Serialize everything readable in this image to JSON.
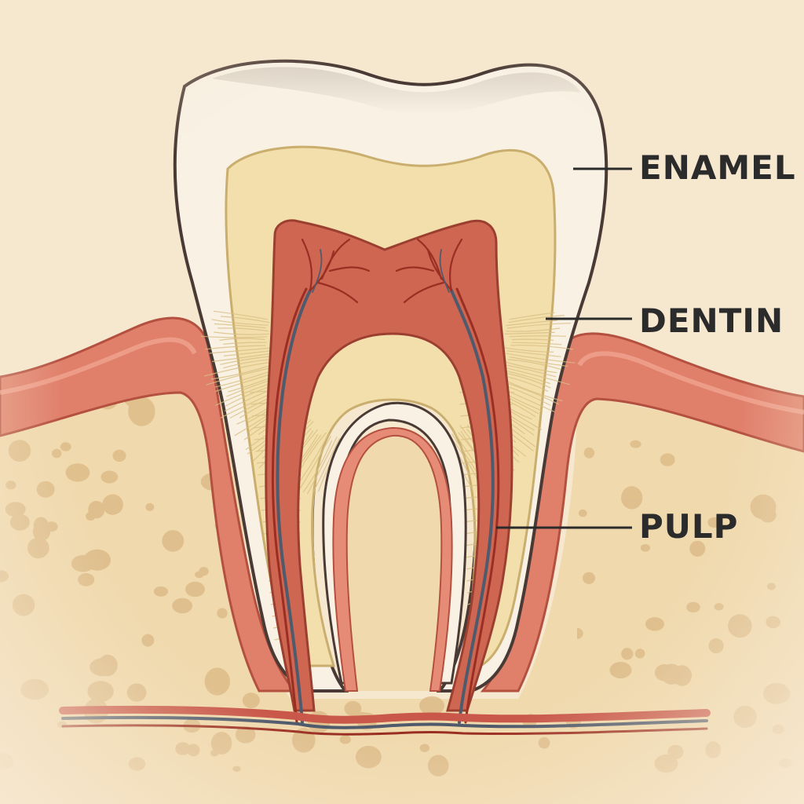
{
  "labels": {
    "enamel": "ENAMEL",
    "dentin": "DENTIN",
    "pulp": "PULP"
  },
  "colors": {
    "background": "#f6e7cf",
    "bone": "#f0d9ad",
    "bone_spots": "#ddbb88",
    "gum": "#e07f6a",
    "gum_dark": "#b4503f",
    "enamel": "#f8f1e4",
    "dentin": "#f3dfac",
    "pulp": "#cf6651",
    "nerve": "#4f5a6c",
    "outline": "#4a3a35",
    "label_text": "#2b2b2b"
  },
  "icons": [
    "tooth-cross-section"
  ]
}
